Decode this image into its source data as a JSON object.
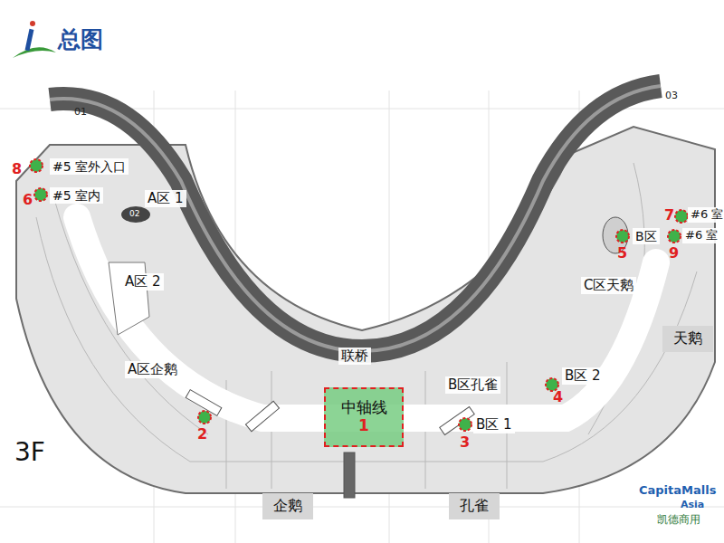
{
  "diagram": {
    "title": "总图",
    "nodes": [
      {
        "text": [
          "中轴线",
          "1"
        ]
      },
      {
        "text": [
          "企鹅"
        ]
      },
      {
        "text": [
          "孔雀"
        ]
      },
      {
        "text": [
          "天鹅"
        ]
      }
    ],
    "labels": [
      "#5 室外入口",
      "#5 室内",
      "A区 1",
      "A区 2",
      "A区企鹅",
      "联桥",
      "B区孔雀",
      "B区 1",
      "B区 2",
      "C区天鹅",
      "B区",
      "#6 室",
      "#6 室",
      "8",
      "6",
      "2",
      "3",
      "4",
      "5",
      "7",
      "9",
      "3F",
      "01",
      "02",
      "03",
      "CapitaMalls",
      "Asia",
      "凯德商用"
    ]
  }
}
